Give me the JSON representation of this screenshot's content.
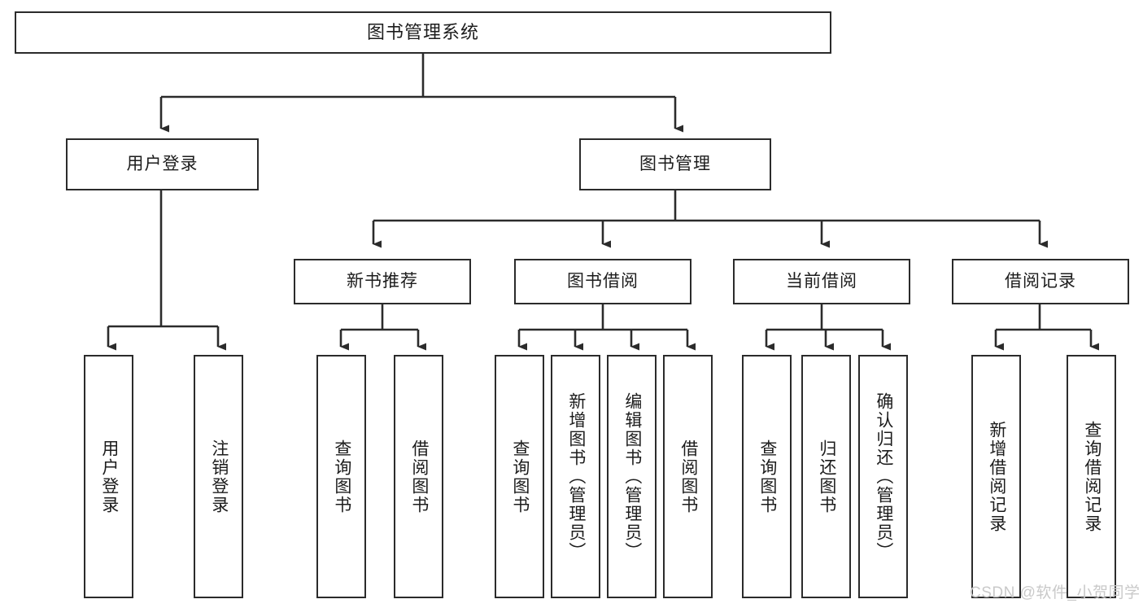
{
  "diagram": {
    "title": "图书管理系统",
    "type": "tree",
    "watermark": "CSDN @软件_小贺同学",
    "root": {
      "id": "root",
      "label": "图书管理系统"
    },
    "level2": [
      {
        "id": "login",
        "label": "用户登录"
      },
      {
        "id": "bookmgmt",
        "label": "图书管理"
      }
    ],
    "level3": [
      {
        "id": "newbook",
        "label": "新书推荐",
        "parent": "bookmgmt"
      },
      {
        "id": "borrow",
        "label": "图书借阅",
        "parent": "bookmgmt"
      },
      {
        "id": "current",
        "label": "当前借阅",
        "parent": "bookmgmt"
      },
      {
        "id": "record",
        "label": "借阅记录",
        "parent": "bookmgmt"
      }
    ],
    "leaves": [
      {
        "id": "leaf-user-login",
        "label": "用户登录",
        "parent": "login"
      },
      {
        "id": "leaf-logout",
        "label": "注销登录",
        "parent": "login"
      },
      {
        "id": "leaf-query-book-1",
        "label": "查询图书",
        "parent": "newbook"
      },
      {
        "id": "leaf-borrow-book-1",
        "label": "借阅图书",
        "parent": "newbook"
      },
      {
        "id": "leaf-query-book-2",
        "label": "查询图书",
        "parent": "borrow"
      },
      {
        "id": "leaf-add-book",
        "label": "新增图书（管理员）",
        "parent": "borrow"
      },
      {
        "id": "leaf-edit-book",
        "label": "编辑图书（管理员）",
        "parent": "borrow"
      },
      {
        "id": "leaf-borrow-book-2",
        "label": "借阅图书",
        "parent": "borrow"
      },
      {
        "id": "leaf-query-book-3",
        "label": "查询图书",
        "parent": "current"
      },
      {
        "id": "leaf-return-book",
        "label": "归还图书",
        "parent": "current"
      },
      {
        "id": "leaf-confirm-return",
        "label": "确认归还（管理员）",
        "parent": "current"
      },
      {
        "id": "leaf-add-record",
        "label": "新增借阅记录",
        "parent": "record"
      },
      {
        "id": "leaf-query-record",
        "label": "查询借阅记录",
        "parent": "record"
      }
    ],
    "colors": {
      "stroke": "#2b2b2b",
      "fill": "#ffffff",
      "text": "#1c1c1c",
      "watermark": "#c9c9c9"
    }
  }
}
